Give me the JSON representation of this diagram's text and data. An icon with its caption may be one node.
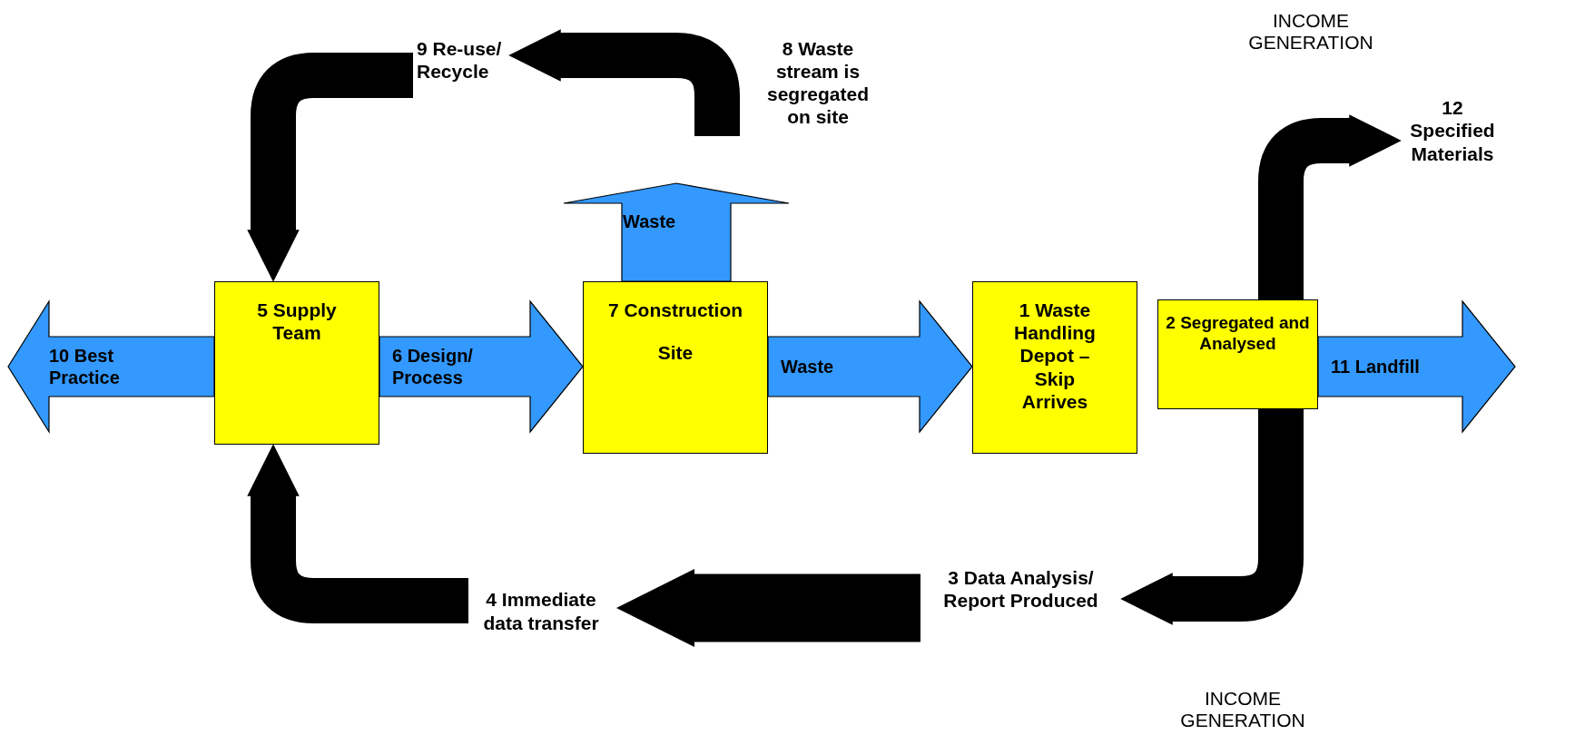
{
  "diagram": {
    "nodes": [
      {
        "text": [
          "5 Supply Team"
        ]
      },
      {
        "text": [
          "7 Construction",
          "Site"
        ]
      },
      {
        "text": [
          "1 Waste Handling Depot – Skip Arrives"
        ]
      },
      {
        "text": [
          "2 Segregated and Analysed"
        ]
      },
      {
        "text": [
          "9 Re-use/ Recycle"
        ]
      },
      {
        "text": [
          "8 Waste stream is segregated on site"
        ]
      },
      {
        "text": [
          "12 Specified Materials"
        ]
      },
      {
        "text": [
          "3 Data Analysis/ Report Produced"
        ]
      },
      {
        "text": [
          "4 Immediate data transfer"
        ]
      }
    ],
    "edges": [
      {
        "from": 0,
        "to": null,
        "arrow": "to",
        "label": "10 Best Practice"
      },
      {
        "from": 0,
        "to": 1,
        "arrow": "to",
        "label": "6 Design/ Process"
      },
      {
        "from": 1,
        "to": null,
        "arrow": "to",
        "label": "Waste"
      },
      {
        "from": 1,
        "to": 2,
        "arrow": "to",
        "label": "Waste"
      },
      {
        "from": 3,
        "to": null,
        "arrow": "to",
        "label": "11 Landfill"
      },
      {
        "from": 5,
        "to": 4,
        "arrow": "to"
      },
      {
        "from": 4,
        "to": 0,
        "arrow": "to"
      },
      {
        "from": 3,
        "to": 6,
        "arrow": "to"
      },
      {
        "from": 3,
        "to": 7,
        "arrow": "to"
      },
      {
        "from": 7,
        "to": 8,
        "arrow": "to"
      },
      {
        "from": 8,
        "to": 0,
        "arrow": "to"
      }
    ],
    "labels": [
      "INCOME GENERATION",
      "INCOME GENERATION"
    ]
  }
}
